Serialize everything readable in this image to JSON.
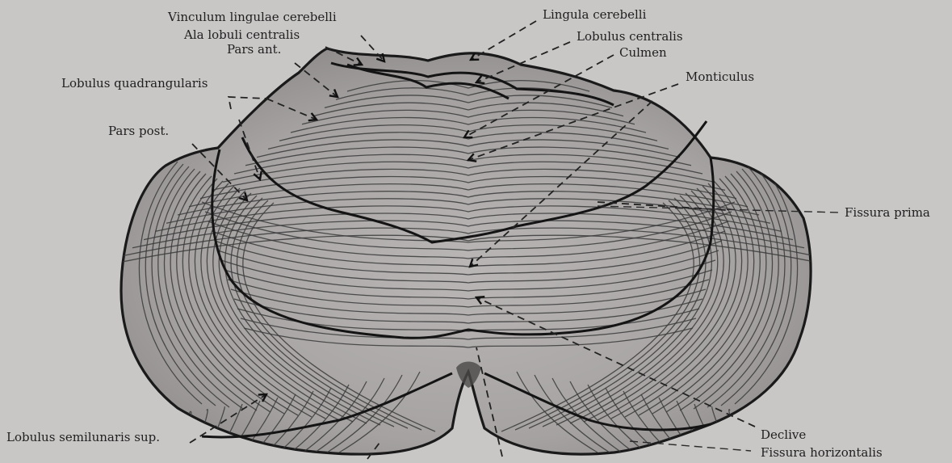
{
  "labels": {
    "vinculum": "Vinculum lingulae cerebelli",
    "ala": "Ala lobuli centralis",
    "pars_ant": "Pars ant.",
    "lobulus_quadrangularis": "Lobulus quadrangularis",
    "pars_post": "Pars post.",
    "lingula": "Lingula cerebelli",
    "lobulus_centralis": "Lobulus centralis",
    "culmen": "Culmen",
    "monticulus": "Monticulus",
    "fissura_prima": "Fissura prima",
    "lobulus_semilunaris_sup": "Lobulus semilunaris sup.",
    "declive": "Declive",
    "fissura_horizontalis": "Fissura horizontalis"
  },
  "colors": {
    "background": "#c9c7c6",
    "tissue": "#a9a6a5",
    "tissue_dark": "#8f8c8b",
    "ink": "#1a1a1a"
  }
}
